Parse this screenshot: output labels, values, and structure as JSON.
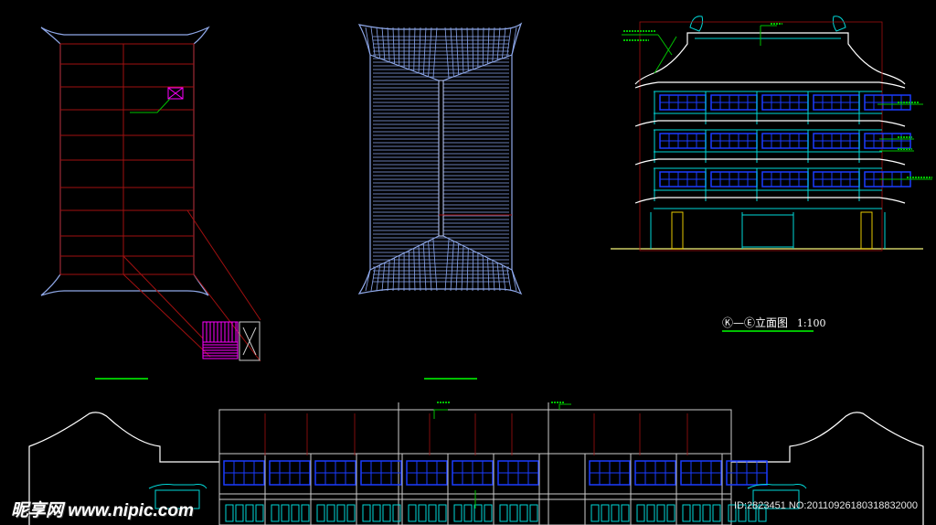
{
  "drawing": {
    "elevation_title": "Ⓚ—Ⓔ立面图",
    "elevation_scale": "1:100"
  },
  "watermark": {
    "brand": "昵享网 www.nipic.com",
    "id_text": "ID:2823451 NO:20110926180318832000"
  },
  "colors": {
    "background": "#000000",
    "outline": "#8fa8e8",
    "roof_lines": "#a8c4ff",
    "grid_red": "#a01010",
    "window_blue": "#1a3cff",
    "annotation_green": "#00c000",
    "eave_white": "#ffffff",
    "stair_magenta": "#ff00ff",
    "cyan": "#00d8d8"
  }
}
